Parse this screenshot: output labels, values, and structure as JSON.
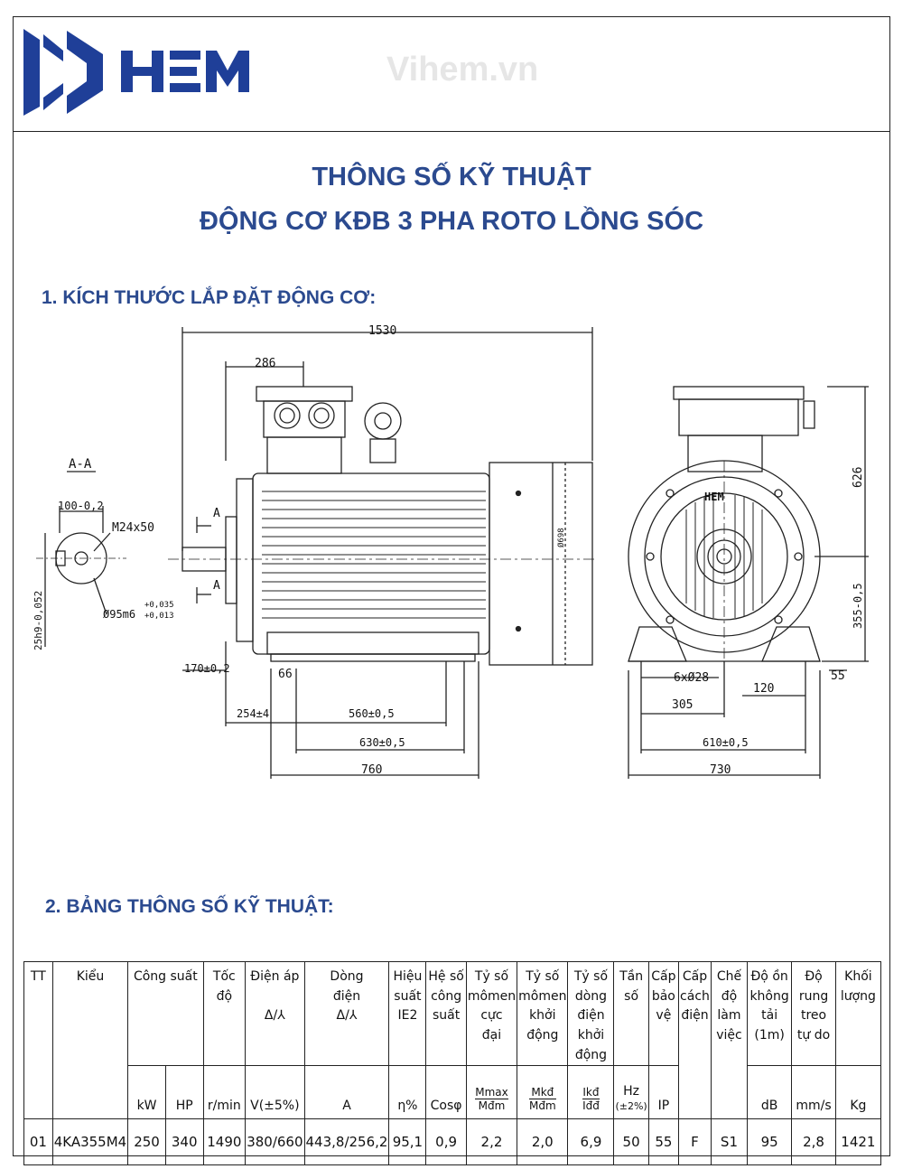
{
  "header": {
    "logo_text": "HEM",
    "site": "Vihem.vn"
  },
  "titles": {
    "line1": "THÔNG SỐ KỸ THUẬT",
    "line2": "ĐỘNG CƠ KĐB 3 PHA ROTO LỒNG SÓC"
  },
  "sections": {
    "dimensions": "1. KÍCH THƯỚC LẮP ĐẶT ĐỘNG CƠ:",
    "spec_table": "2. BẢNG THÔNG SỐ KỸ THUẬT:"
  },
  "drawing": {
    "section_label": "A-A",
    "cut_label": "A",
    "nameplate": "HEM",
    "dims": {
      "overall_length": "1530",
      "terminal_box": "286",
      "key_width": "100-0,2",
      "thread": "M24x50",
      "key_height": "25h9-0,052",
      "shaft_dia": "Ø95m6",
      "shaft_tol_up": "+0,035",
      "shaft_tol_low": "+0,013",
      "frame_dia": "Ø698",
      "shaft_length": "170±0,2",
      "foot_offset": "66",
      "end_to_foot": "254±4",
      "foot_span_1": "560±0,5",
      "foot_span_2": "630±0,5",
      "base_length": "760",
      "height_total": "626",
      "shaft_height": "355-0,5",
      "holes": "6xØ28",
      "foot_width": "120",
      "half_width": "305",
      "foot_thickness": "55",
      "hole_span": "610±0,5",
      "overall_width": "730"
    }
  },
  "table": {
    "headers": {
      "tt": "TT",
      "kieu": "Kiểu",
      "cong_suat": "Công suất",
      "toc_do": [
        "Tốc",
        "độ"
      ],
      "dien_ap": [
        "Điện áp",
        "Δ/⅄"
      ],
      "dong_dien": [
        "Dòng",
        "điện",
        "Δ/⅄"
      ],
      "hieu_suat": [
        "Hiệu",
        "suất",
        "IE2"
      ],
      "he_so": [
        "Hệ số",
        "công",
        "suất"
      ],
      "ty_so_max": [
        "Tỷ số",
        "mômen",
        "cực",
        "đại"
      ],
      "ty_so_kd": [
        "Tỷ số",
        "mômen",
        "khởi",
        "động"
      ],
      "ty_so_dong": [
        "Tỷ số",
        "dòng",
        "điện",
        "khởi",
        "động"
      ],
      "tan_so": [
        "Tần",
        "số"
      ],
      "cap_bao_ve": [
        "Cấp",
        "bảo",
        "vệ"
      ],
      "cap_cach_dien": [
        "Cấp",
        "cách",
        "điện"
      ],
      "che_do": [
        "Chế",
        "độ",
        "làm",
        "việc"
      ],
      "do_on": [
        "Độ ồn",
        "không",
        "tải (1m)"
      ],
      "do_rung": [
        "Độ",
        "rung",
        "treo",
        "tự do"
      ],
      "khoi_luong": [
        "Khối",
        "lượng"
      ]
    },
    "units": {
      "kw": "kW",
      "hp": "HP",
      "rmin": "r/min",
      "volt": "V(±5%)",
      "amp": "A",
      "eff": "η%",
      "cos": "Cosφ",
      "mmax_n": "Mmax",
      "mmax_d": "Mđm",
      "mkd_n": "Mkđ",
      "mkd_d": "Mđm",
      "ikd_n": "Ikđ",
      "ikd_d": "Iđđ",
      "hz": "Hz",
      "hz_tol": "(±2%)",
      "ip": "IP",
      "db": "dB",
      "mms": "mm/s",
      "kg": "Kg"
    },
    "row": {
      "tt": "01",
      "kieu": "4KA355M4",
      "kw": "250",
      "hp": "340",
      "rpm": "1490",
      "volt": "380/660",
      "amp": "443,8/256,2",
      "eff": "95,1",
      "cos": "0,9",
      "mmax": "2,2",
      "mkd": "2,0",
      "ikd": "6,9",
      "hz": "50",
      "ip": "55",
      "insul": "F",
      "duty": "S1",
      "db": "95",
      "vib": "2,8",
      "kg": "1421"
    }
  },
  "colors": {
    "brand_blue": "#2b4a8f",
    "logo_blue": "#1f3f98",
    "watermark": "#e6e6e6"
  }
}
